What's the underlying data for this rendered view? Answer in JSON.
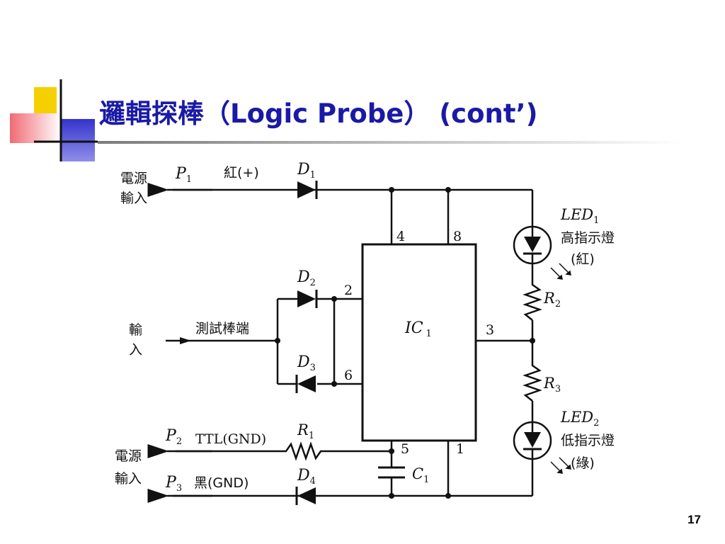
{
  "slide": {
    "title": "邏輯探棒（Logic Probe） (cont’)",
    "page_number": "17",
    "colors": {
      "title": "#1a1aa6",
      "deco_yellow": "#f6cf00",
      "deco_blue": "#3a3ad4",
      "deco_red": "#f0707a"
    }
  },
  "circuit": {
    "power_input_top": [
      "電源",
      "輸入"
    ],
    "p1": "P",
    "p1_sub": "1",
    "p1_label": "紅(+)",
    "d1": "D",
    "d1_sub": "1",
    "pin4": "4",
    "pin8": "8",
    "pin2": "2",
    "pin6": "6",
    "pin3": "3",
    "pin5": "5",
    "pin1": "1",
    "led1": "LED",
    "led1_sub": "1",
    "led1_desc": "高指示燈",
    "led1_color": "(紅)",
    "d2": "D",
    "d2_sub": "2",
    "r2": "R",
    "r2_sub": "2",
    "input_label": [
      "輸",
      "入"
    ],
    "probe_tip": "測試棒端",
    "ic": "IC",
    "ic_sub": "1",
    "d3": "D",
    "d3_sub": "3",
    "r3": "R",
    "r3_sub": "3",
    "led2": "LED",
    "led2_sub": "2",
    "led2_desc": "低指示燈",
    "led2_color": "(綠)",
    "p2": "P",
    "p2_sub": "2",
    "p2_label": "TTL(GND)",
    "r1": "R",
    "r1_sub": "1",
    "power_input_bottom": [
      "電源",
      "輸入"
    ],
    "c1": "C",
    "c1_sub": "1",
    "p3": "P",
    "p3_sub": "3",
    "p3_label": "黑(GND)",
    "d4": "D",
    "d4_sub": "4"
  }
}
